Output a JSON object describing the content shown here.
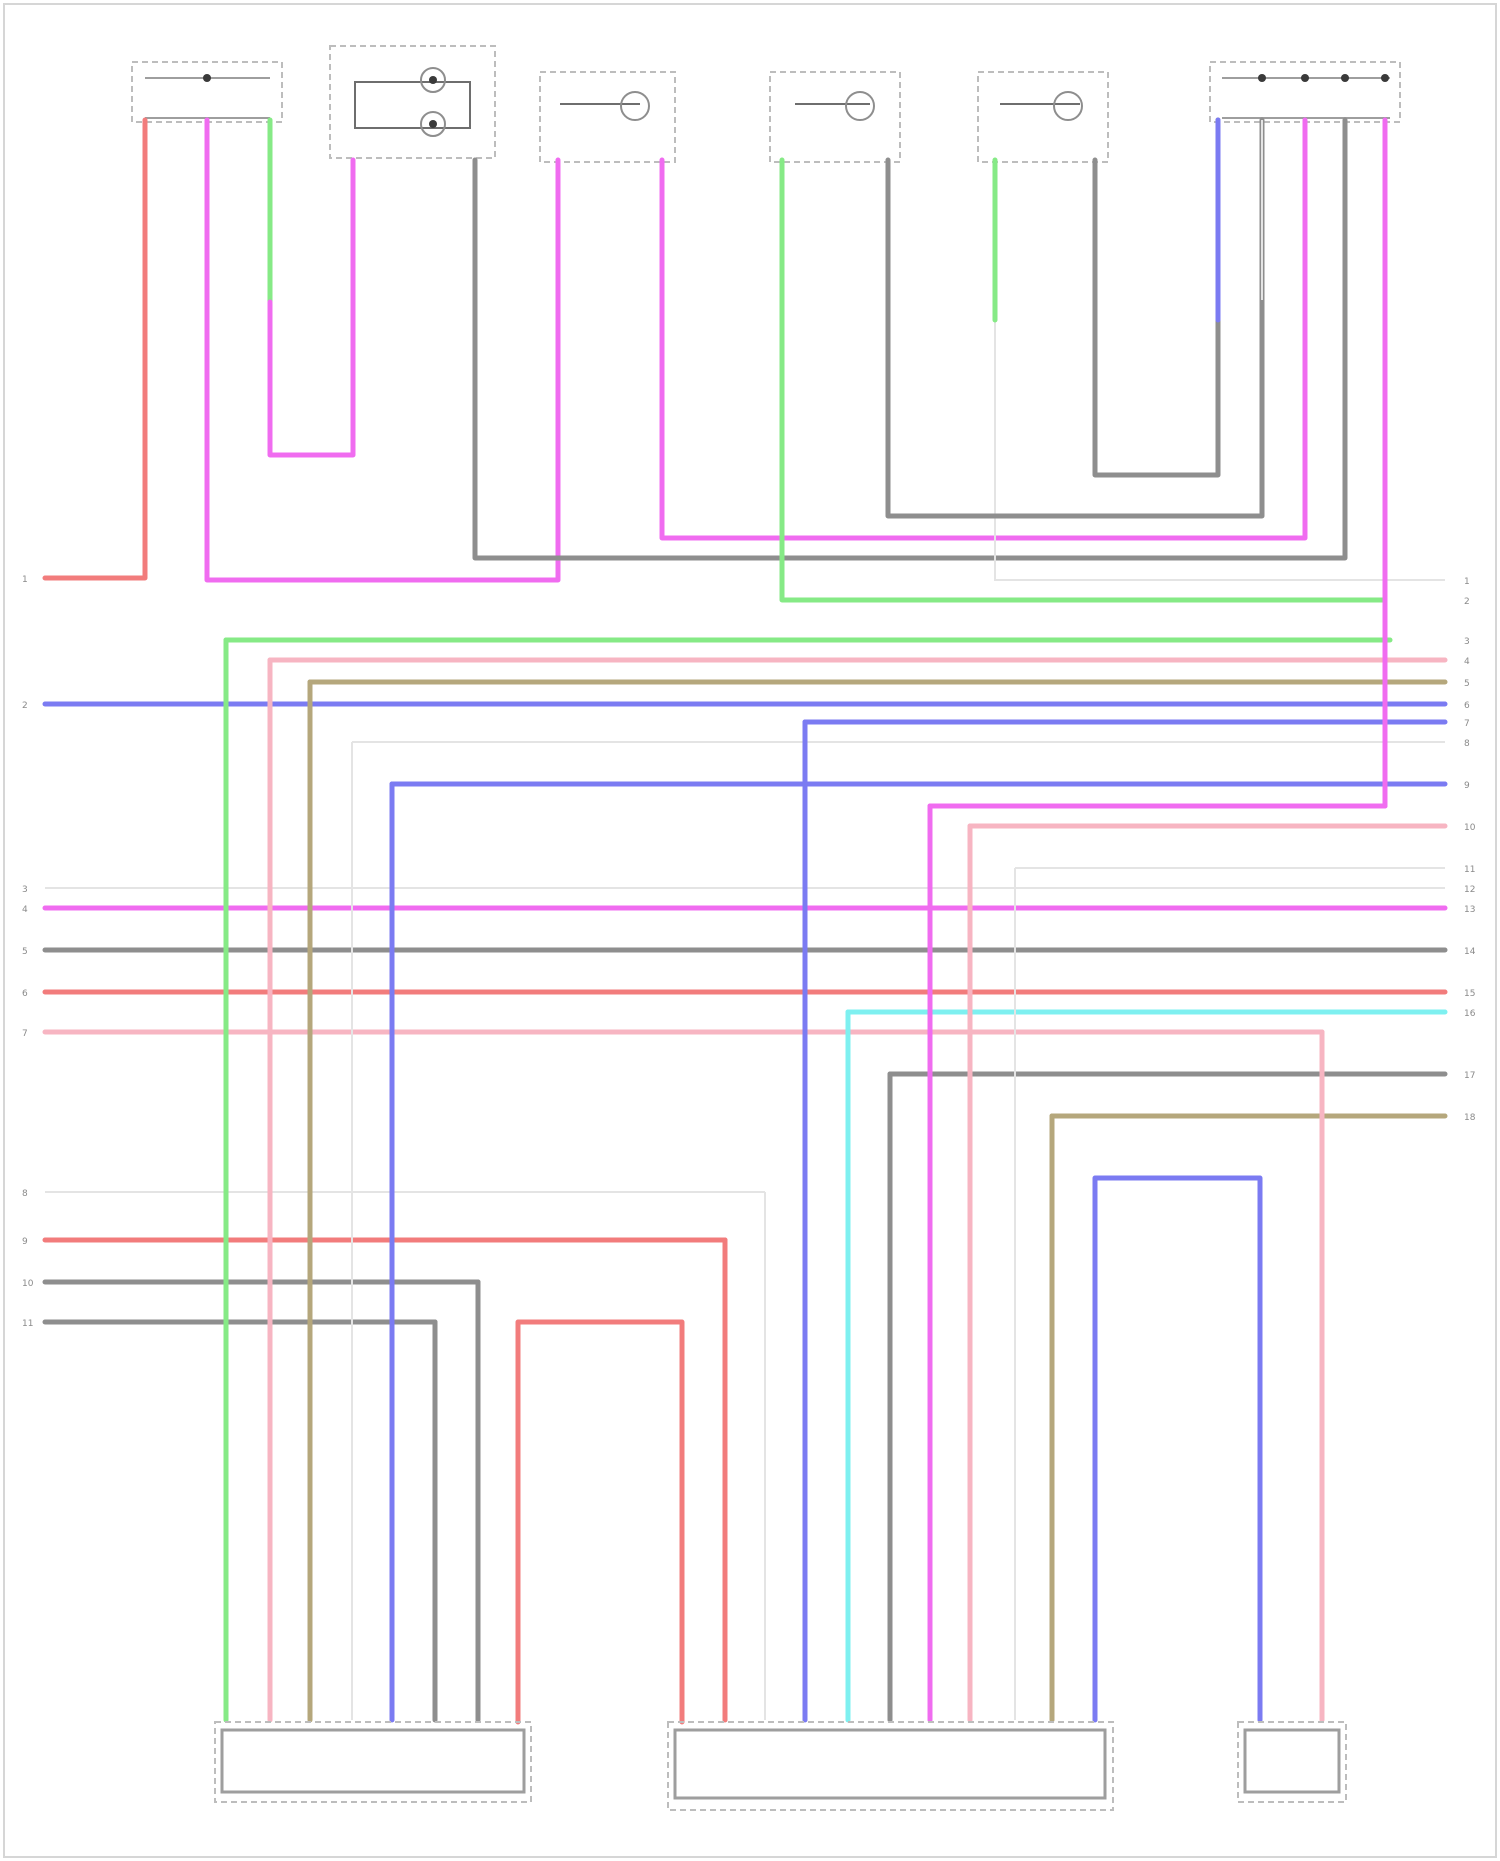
{
  "diagram": {
    "titles": [
      "",
      "",
      "",
      "",
      "",
      ""
    ],
    "footer": "",
    "colors": {
      "red": "#f27c7c",
      "pink": "#f06cf0",
      "light_pink": "#f7b5c2",
      "gray": "#8e8e8e",
      "green": "#86ea86",
      "blue": "#7b7bf2",
      "tan": "#b5a77c",
      "cyan": "#7ef0f0",
      "white": "#e4e4e4",
      "dark": "#3a3a3a"
    },
    "left_pins": [
      "1",
      "2",
      "3",
      "4",
      "5",
      "6",
      "7",
      "8",
      "9",
      "10",
      "11"
    ],
    "right_pins": [
      "1",
      "2",
      "3",
      "4",
      "5",
      "6",
      "7",
      "8",
      "9",
      "10",
      "11",
      "12",
      "13",
      "14",
      "15",
      "16",
      "17",
      "18"
    ]
  }
}
